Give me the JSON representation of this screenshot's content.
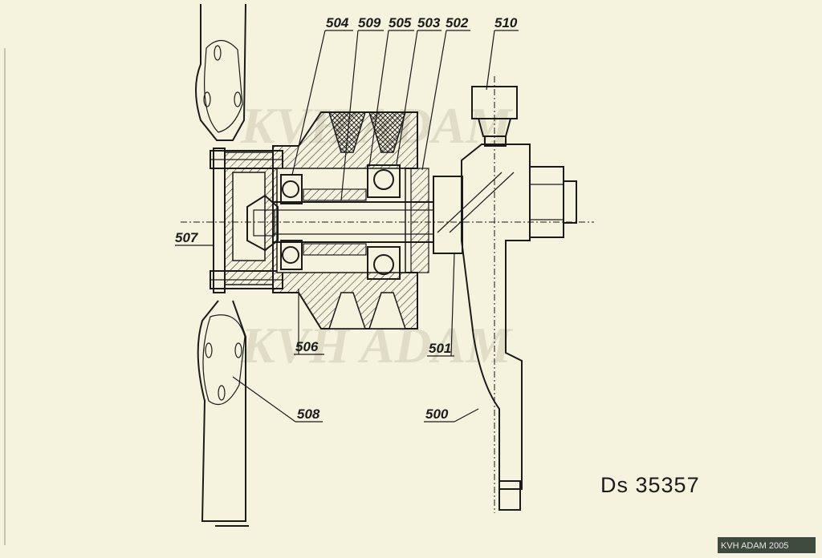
{
  "drawing_code": "Ds 35357",
  "watermark": "KVH ADAM",
  "badge": "KVH ADAM 2005",
  "labels": {
    "l504": "504",
    "l509": "509",
    "l505": "505",
    "l503": "503",
    "l502": "502",
    "l510": "510",
    "l507": "507",
    "l506": "506",
    "l501": "501",
    "l508": "508",
    "l500": "500"
  },
  "colors": {
    "paper": "#f5f2de",
    "ink": "#1a1a1a",
    "watermark": "#cfcbb4"
  }
}
